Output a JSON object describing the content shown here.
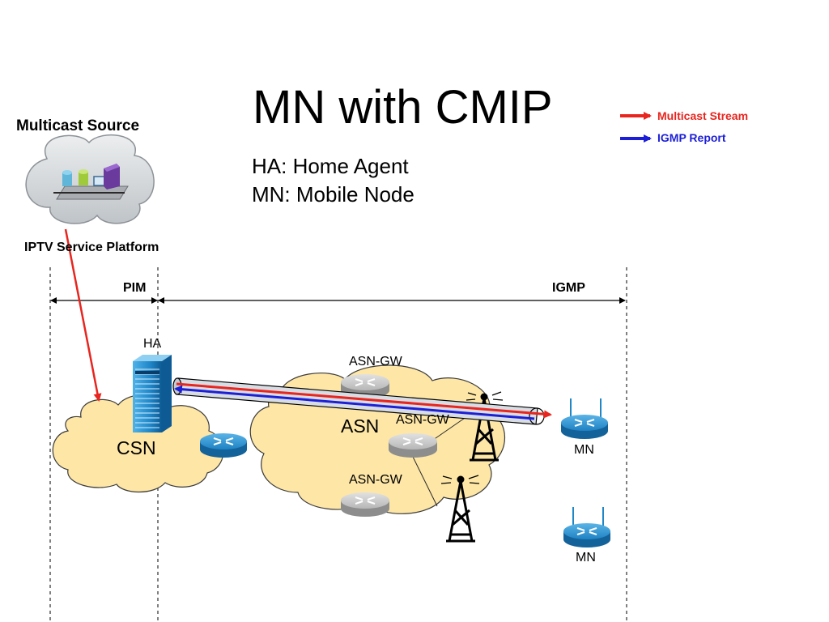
{
  "title": "MN with CMIP",
  "definitions": {
    "ha": "HA: Home Agent",
    "mn": "MN: Mobile Node"
  },
  "legend": {
    "multicast_stream": "Multicast Stream",
    "igmp_report": "IGMP Report",
    "multicast_color": "#e8251f",
    "igmp_color": "#1d1fd6"
  },
  "source": {
    "title": "Multicast Source",
    "platform": "IPTV Service Platform"
  },
  "scopes": {
    "pim": "PIM",
    "igmp": "IGMP"
  },
  "nodes": {
    "ha": "HA",
    "csn": "CSN",
    "asn": "ASN",
    "asn_gw": "ASN-GW",
    "mn": "MN"
  },
  "colors": {
    "cloud_fill": "#fde6a6",
    "router_blue": "#1f87c6",
    "router_grey": "#a8a8a8",
    "tunnel_fill": "#d7dde3"
  }
}
